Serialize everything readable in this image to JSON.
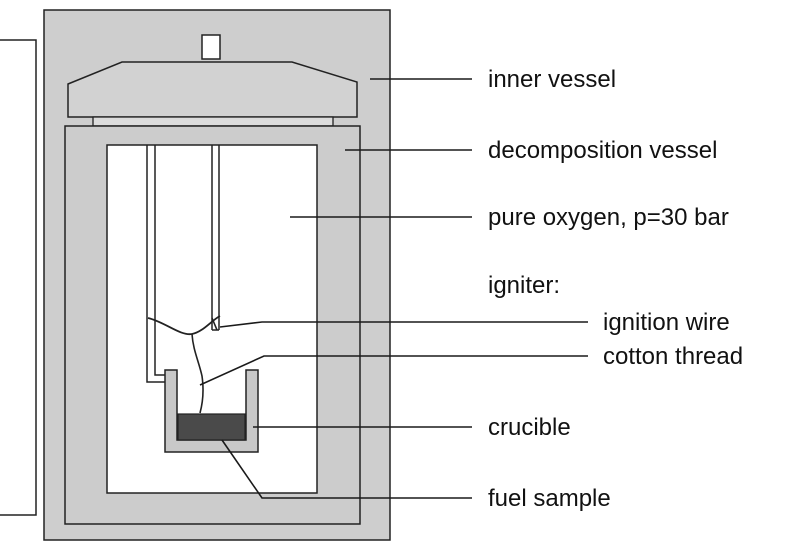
{
  "colors": {
    "housing": "#cecece",
    "lid": "#d2d2d2",
    "chamber": "#ffffff",
    "outline": "#222222",
    "crucible": "#c8c8c8",
    "fuel_sample": "#4a4a4a",
    "leader_line": "#1a1a1a"
  },
  "labels": {
    "inner_vessel": "inner vessel",
    "decomposition_vessel": "decomposition vessel",
    "pure_oxygen": "pure oxygen, p=30 bar",
    "igniter": "igniter:",
    "ignition_wire": "ignition wire",
    "cotton_thread": "cotton thread",
    "crucible": "crucible",
    "fuel_sample": "fuel sample"
  }
}
